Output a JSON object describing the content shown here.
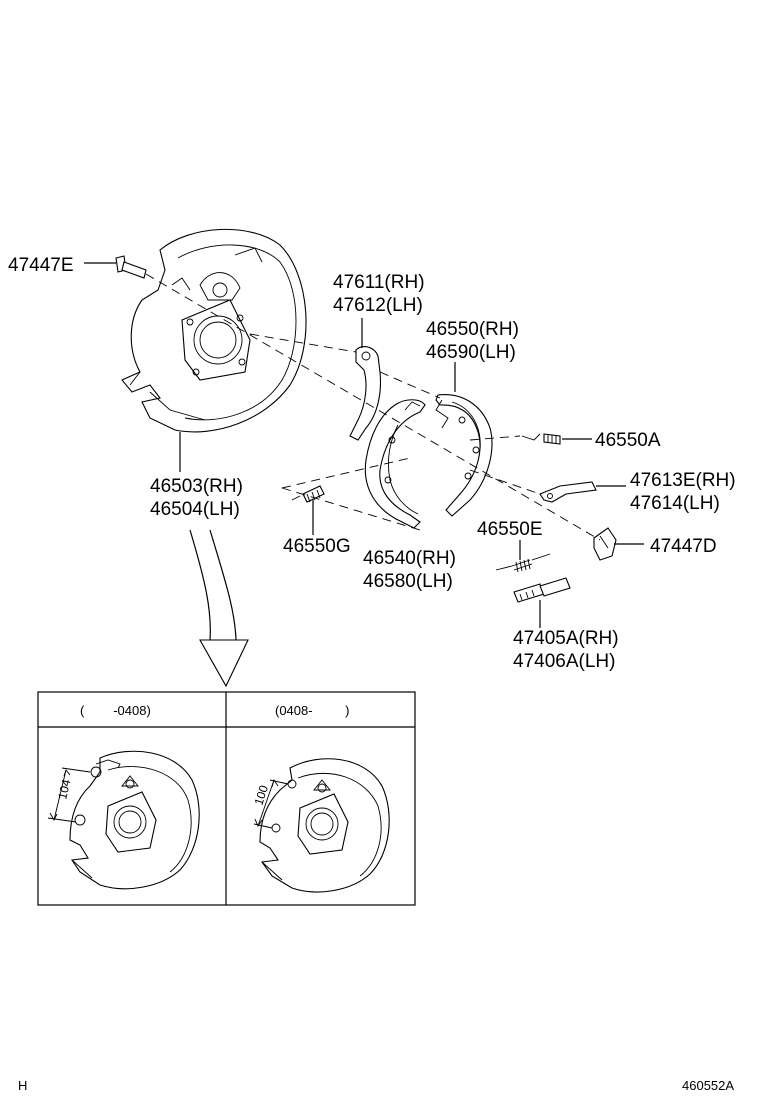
{
  "labels": {
    "p47447E": "47447E",
    "p47611": "47611(RH)",
    "p47612": "47612(LH)",
    "p46550": "46550(RH)",
    "p46590": "46590(LH)",
    "p46550A": "46550A",
    "p47613E": "47613E(RH)",
    "p47614": "47614(LH)",
    "p46503": "46503(RH)",
    "p46504": "46504(LH)",
    "p46550E": "46550E",
    "p47447D": "47447D",
    "p46550G": "46550G",
    "p46540": "46540(RH)",
    "p46580": "46580(LH)",
    "p47405A": "47405A(RH)",
    "p47406A": "47406A(LH)"
  },
  "detail_table": {
    "left_header": "(        -0408)",
    "right_header": "(0408-         )",
    "left_dimension": "104",
    "right_dimension": "100"
  },
  "footer": {
    "left": "H",
    "right": "460552A"
  }
}
